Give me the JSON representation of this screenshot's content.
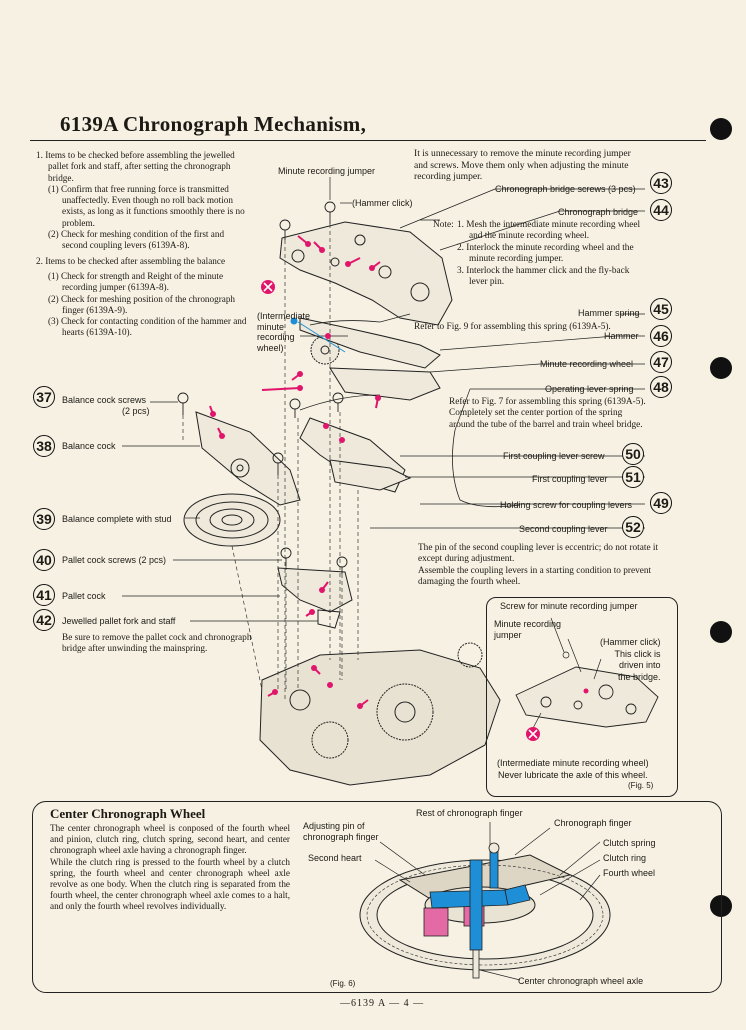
{
  "title": "6139A Chronograph Mechanism,",
  "left_items": {
    "item1": "1.  Items to be checked before assembling the jewelled pallet fork and staff, after setting the chronograph bridge.",
    "item1_1": "(1) Confirm that free running force is transmitted unaffectedly. Even though no roll back motion exists, as long as it functions smoothly there is no problem.",
    "item1_2": "(2) Check for meshing condition of the first and second coupling levers (6139A-8).",
    "item2": "2.  Items to be checked after assembling the balance",
    "item2_1": "(1) Check for strength and Reight of the minute recording jumper (6139A-8).",
    "item2_2": "(2) Check for meshing position of the chronograph finger (6139A-9).",
    "item2_3": "(3) Check for contacting condition of the hammer and hearts (6139A-10)."
  },
  "top_note": "It is unnecessary to remove the minute recording jumper and screws. Move them only when adjusting the minute recording jumper.",
  "labels": {
    "minute_recording_jumper": "Minute recording jumper",
    "hammer_click": "(Hammer click)",
    "intermediate_1": "(Intermediate",
    "intermediate_2": "minute",
    "intermediate_3": "recording",
    "intermediate_4": "wheel)"
  },
  "note": {
    "label": "Note:",
    "n1": "1.  Mesh the intermediate minute recording wheel and the minute recording wheel.",
    "n2": "2.  Interlock the minute recording wheel and the minute recording jumper.",
    "n3": "3.  Interlock the hammer click and the fly-back lever pin."
  },
  "refer9": "Refer to  Fig. 9 for assembling this spring (6139A-5).",
  "refer7": "Refer to Fig. 7 for assembling this spring (6139A-5). Completely set the center portion of the spring around the tube of the barrel and train wheel bridge.",
  "right_parts": [
    {
      "label": "Chronograph bridge screws (3 pcs)",
      "num": "43"
    },
    {
      "label": "Chronograph bridge",
      "num": "44"
    },
    {
      "label": "Hammer spring",
      "num": "45"
    },
    {
      "label": "Hammer",
      "num": "46"
    },
    {
      "label": "Minute recording wheel",
      "num": "47"
    },
    {
      "label": "Operating lever spring",
      "num": "48"
    },
    {
      "label": "First coupling lever screw",
      "num": "50"
    },
    {
      "label": "First coupling lever",
      "num": "51"
    },
    {
      "label": "Holding screw for coupling levers",
      "num": "49"
    },
    {
      "label": "Second coupling lever",
      "num": "52"
    }
  ],
  "left_parts": [
    {
      "label": "Balance cock screws",
      "sub": "(2 pcs)",
      "num": "37"
    },
    {
      "label": "Balance cock",
      "num": "38"
    },
    {
      "label": "Balance complete with stud",
      "num": "39"
    },
    {
      "label": "Pallet cock screws (2 pcs)",
      "num": "40"
    },
    {
      "label": "Pallet cock",
      "num": "41"
    },
    {
      "label": "Jewelled pallet fork and staff",
      "num": "42"
    }
  ],
  "pallet_note": "Be sure to remove the pallet cock and chronograph bridge after unwinding the mainspring.",
  "coupling_note_1": "The pin of the second coupling lever is  eccentric; do not rotate it except during adjustment.",
  "coupling_note_2": "Assemble the coupling levers in a starting condition  to prevent  damaging  the  fourth wheel.",
  "fig5": {
    "title": "Screw for minute recording jumper",
    "jumper_1": "Minute recording",
    "jumper_2": "jumper",
    "click_1": "(Hammer click)",
    "click_2": "This click is",
    "click_3": "driven into",
    "click_4": "the bridge.",
    "bottom_1": "(Intermediate minute recording wheel)",
    "bottom_2": "Never lubricate the axle of this wheel.",
    "caption": "(Fig. 5)"
  },
  "center": {
    "title": "Center Chronograph Wheel",
    "p1": "The center chronograph wheel is conposed of the fourth wheel and pinion, clutch ring, clutch spring, second heart, and center chronograph wheel axle having a chronograph finger.",
    "p2": "While the clutch ring is pressed to the fourth wheel by a clutch spring, the fourth wheel and center chronograph wheel axle revolve as one body. When the clutch ring is separated from the fourth wheel, the center chronograph wheel axle comes to a halt, and only the fourth wheel revolves individually."
  },
  "fig6": {
    "adjusting_1": "Adjusting pin of",
    "adjusting_2": "chronograph finger",
    "rest": "Rest of chronograph finger",
    "finger": "Chronograph finger",
    "second_heart": "Second heart",
    "clutch_spring": "Clutch spring",
    "clutch_ring": "Clutch ring",
    "fourth_wheel": "Fourth wheel",
    "axle": "Center chronograph wheel axle",
    "caption": "(Fig. 6)"
  },
  "page_number": "—6139 A — 4 —",
  "colors": {
    "paper": "#f6f1e3",
    "ink": "#1d1a16",
    "oil_marker": "#e0156b",
    "no_oil_marker": "#e0156b",
    "blue": "#1e8fd6",
    "pink": "#e36aa5"
  }
}
